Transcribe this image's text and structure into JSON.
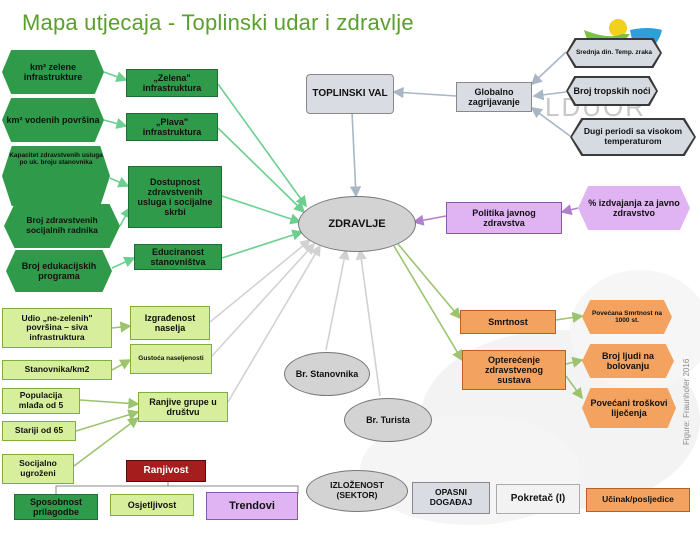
{
  "title": "Mapa utjecaja - Toplinski udar i zdravlje",
  "source_note": "Figure: Fraunhofer 2016",
  "watermark_text": "LDUOR",
  "nodes": {
    "zdravlje": "ZDRAVLJE",
    "toplinski_val": "TOPLINSKI VAL",
    "globalno": "Globalno zagrijavanje",
    "srednja_din": "Srednja din. Temp. zraka",
    "broj_tropskih": "Broj tropskih noći",
    "dugi_periodi": "Dugi periodi sa visokom temperaturom",
    "km2_zelene": "km² zelene infrastrukture",
    "zelena_infra": "„Zelena\" infrastruktura",
    "km2_vodenih": "km² vodenih površina",
    "plava_infra": "„Plava\" infrastruktura",
    "kapacitet": "Kapacitet zdravstvenih usluga po uk. broju stanovnika",
    "dostupnost": "Dostupnost zdravstvenih usluga i socijalne skrbi",
    "broj_zdrav": "Broj zdravstvenih socijalnih radnika",
    "broj_edukacijskih": "Broj edukacijskih programa",
    "educiranost": "Educiranost stanovništva",
    "udio_nezelenih": "Udio „ne-zelenih\" površina – siva infrastruktura",
    "izgradenost": "Izgrađenost naselja",
    "stanovnika_km2": "Stanovnika/km2",
    "gustoca": "Gustoća naseljenosti",
    "populacija": "Populacija mlađa od 5",
    "stariji": "Stariji od 65",
    "socijalno": "Socijalno ugroženi",
    "ranjive": "Ranjive grupe u društvu",
    "politika": "Politika javnog zdravstva",
    "postotak": "% izdvajanja za javno zdravstvo",
    "smrtnost": "Smrtnost",
    "povecana": "Povećana Smrtnost na 1000 st.",
    "opterecenje": "Opterećenje zdravstvenog sustava",
    "broj_ljudi": "Broj ljudi na bolovanju",
    "povecani_troskovi": "Povećani troškovi liječenja",
    "br_stanovnika": "Br. Stanovnika",
    "br_turista": "Br. Turista"
  },
  "legend": {
    "ranjivost": "Ranjivost",
    "sposobnost": "Sposobnost prilagodbe",
    "osjetljivost": "Osjetljivost",
    "trendovi": "Trendovi",
    "izlozenost": "IZLOŽENOST (SEKTOR)",
    "opasni": "OPASNI DOGAĐAJ",
    "pokretac": "Pokretač (I)",
    "ucinak": "Učinak/posljedice"
  },
  "colors": {
    "title": "#5aa02c",
    "dark_green": "#2e9a4a",
    "light_green": "#d7ef9c",
    "purple": "#e0b3f3",
    "orange": "#f4a25f",
    "gray": "#d3d3d3",
    "red": "#a61d1d"
  }
}
